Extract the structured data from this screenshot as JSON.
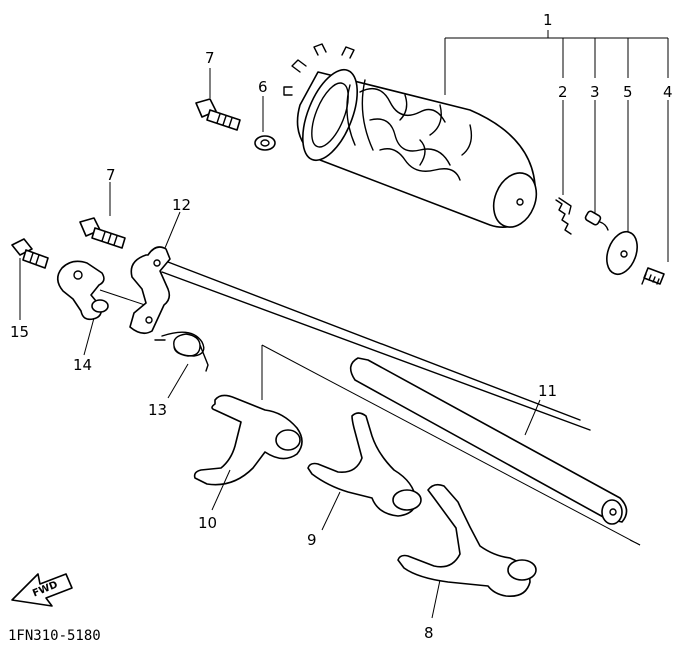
{
  "callouts": {
    "c1": "1",
    "c2": "2",
    "c3": "3",
    "c4": "4",
    "c5": "5",
    "c6": "6",
    "c7a": "7",
    "c7b": "7",
    "c8": "8",
    "c9": "9",
    "c10": "10",
    "c11": "11",
    "c12": "12",
    "c13": "13",
    "c14": "14",
    "c15": "15"
  },
  "direction_arrow": {
    "text": "FWD",
    "icon": "forward-arrow-icon"
  },
  "diagram_code": "1FN310-5180"
}
